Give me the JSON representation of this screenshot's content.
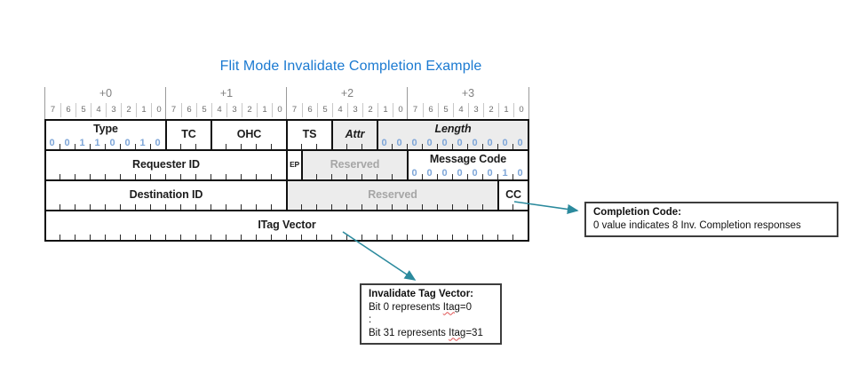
{
  "title": "Flit Mode Invalidate Completion Example",
  "header": {
    "byte_labels": [
      "+0",
      "+1",
      "+2",
      "+3"
    ],
    "bit_labels": [
      "7",
      "6",
      "5",
      "4",
      "3",
      "2",
      "1",
      "0"
    ]
  },
  "packet_rows": [
    {
      "fields": [
        {
          "label": "Type",
          "start": 0,
          "bits": 8,
          "value": "00110010"
        },
        {
          "label": "TC",
          "start": 8,
          "bits": 3
        },
        {
          "label": "OHC",
          "start": 11,
          "bits": 5
        },
        {
          "label": "TS",
          "start": 16,
          "bits": 3
        },
        {
          "label": "Attr",
          "start": 19,
          "bits": 3,
          "shaded": true,
          "italic": true
        },
        {
          "label": "Length",
          "start": 22,
          "bits": 10,
          "shaded": true,
          "italic": true,
          "value": "0000000000"
        }
      ]
    },
    {
      "fields": [
        {
          "label": "Requester ID",
          "start": 0,
          "bits": 16
        },
        {
          "label": "EP",
          "start": 16,
          "bits": 1,
          "small": true
        },
        {
          "label": "Reserved",
          "start": 17,
          "bits": 7,
          "shaded": true,
          "muted": true
        },
        {
          "label": "Message Code",
          "start": 24,
          "bits": 8,
          "value": "00000010"
        }
      ]
    },
    {
      "fields": [
        {
          "label": "Destination ID",
          "start": 0,
          "bits": 16
        },
        {
          "label": "Reserved",
          "start": 16,
          "bits": 14,
          "shaded": true,
          "muted": true
        },
        {
          "label": "CC",
          "start": 30,
          "bits": 2
        }
      ]
    },
    {
      "fields": [
        {
          "label": "ITag Vector",
          "start": 0,
          "bits": 32
        }
      ]
    }
  ],
  "annotations": {
    "completion_code": {
      "title": "Completion Code:",
      "lines": [
        [
          {
            "text": "0 value indicates 8 Inv. Completion responses"
          }
        ]
      ]
    },
    "itag_vector": {
      "title": "Invalidate Tag Vector:",
      "lines": [
        [
          {
            "text": "Bit 0 represents "
          },
          {
            "text": "Itag",
            "wavy": true
          },
          {
            "text": "=0"
          }
        ],
        [
          {
            "text": ":"
          }
        ],
        [
          {
            "text": "Bit 31 represents "
          },
          {
            "text": "Itag",
            "wavy": true
          },
          {
            "text": "=31"
          }
        ]
      ]
    }
  },
  "colors": {
    "title": "#1b7ad1",
    "arrow": "#2b8a9d",
    "bit_value": "#7ea6d8",
    "shaded_bg": "#ececec",
    "reserved_text": "#a6a6a6",
    "header_text": "#808080",
    "border": "#101010",
    "wavy_underline": "#e05252"
  }
}
